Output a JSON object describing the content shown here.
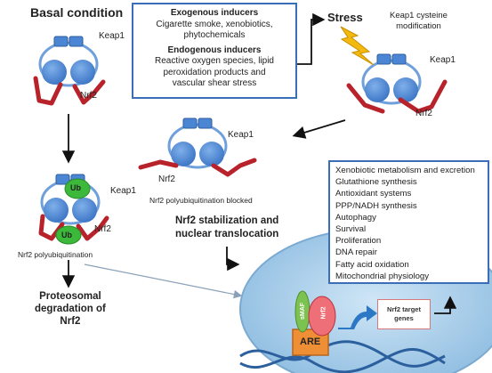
{
  "labels": {
    "basal_condition": "Basal condition",
    "keap1_top": "Keap1",
    "nrf2_top": "Nrf2",
    "keap1_mid": "Keap1",
    "nrf2_mid": "Nrf2",
    "keap1_right": "Keap1",
    "nrf2_right": "Nrf2",
    "stress": "Stress",
    "keap1_cysteine_line1": "Keap1 cysteine",
    "keap1_cysteine_line2": "modification",
    "blocked": "Nrf2 polyubiquitination blocked",
    "keap1_left": "Keap1",
    "nrf2_left": "Nrf2",
    "ub_top": "Ub",
    "ub_bottom": "Ub",
    "polyubiquitination": "Nrf2 polyubiquitination",
    "stabilization_line1": "Nrf2 stabilization and",
    "stabilization_line2": "nuclear translocation",
    "proteosomal_line1": "Proteosomal",
    "proteosomal_line2": "degradation of",
    "proteosomal_line3": "Nrf2",
    "smaf": "sMAF",
    "nrf2_nucleus": "Nrf2",
    "are": "ARE",
    "target_genes_line1": "Nrf2 target",
    "target_genes_line2": "genes"
  },
  "inducers": {
    "exogenous_title": "Exogenous inducers",
    "exogenous_line1": "Cigarette smoke, xenobiotics,",
    "exogenous_line2": "phytochemicals",
    "endogenous_title": "Endogenous inducers",
    "endogenous_line1": "Reactive oxygen species, lipid",
    "endogenous_line2": "peroxidation products and",
    "endogenous_line3": "vascular shear stress"
  },
  "target_processes": [
    "Xenobiotic metabolism and excretion",
    "Glutathione synthesis",
    "Antioxidant systems",
    "PPP/NADH synthesis",
    "Autophagy",
    "Survival",
    "Proliferation",
    "DNA repair",
    "Fatty acid oxidation",
    "Mitochondrial physiology"
  ],
  "colors": {
    "keap1_blue": "#4a86d4",
    "keap1_dark": "#2e5e9e",
    "nrf2_red": "#b8222a",
    "ubiquitin_green": "#3cb83a",
    "nucleus_blue": "#a9d0ea",
    "box_border": "#3a6fb8",
    "are_orange": "#ef8f35",
    "bolt_yellow": "#f2b90f"
  }
}
